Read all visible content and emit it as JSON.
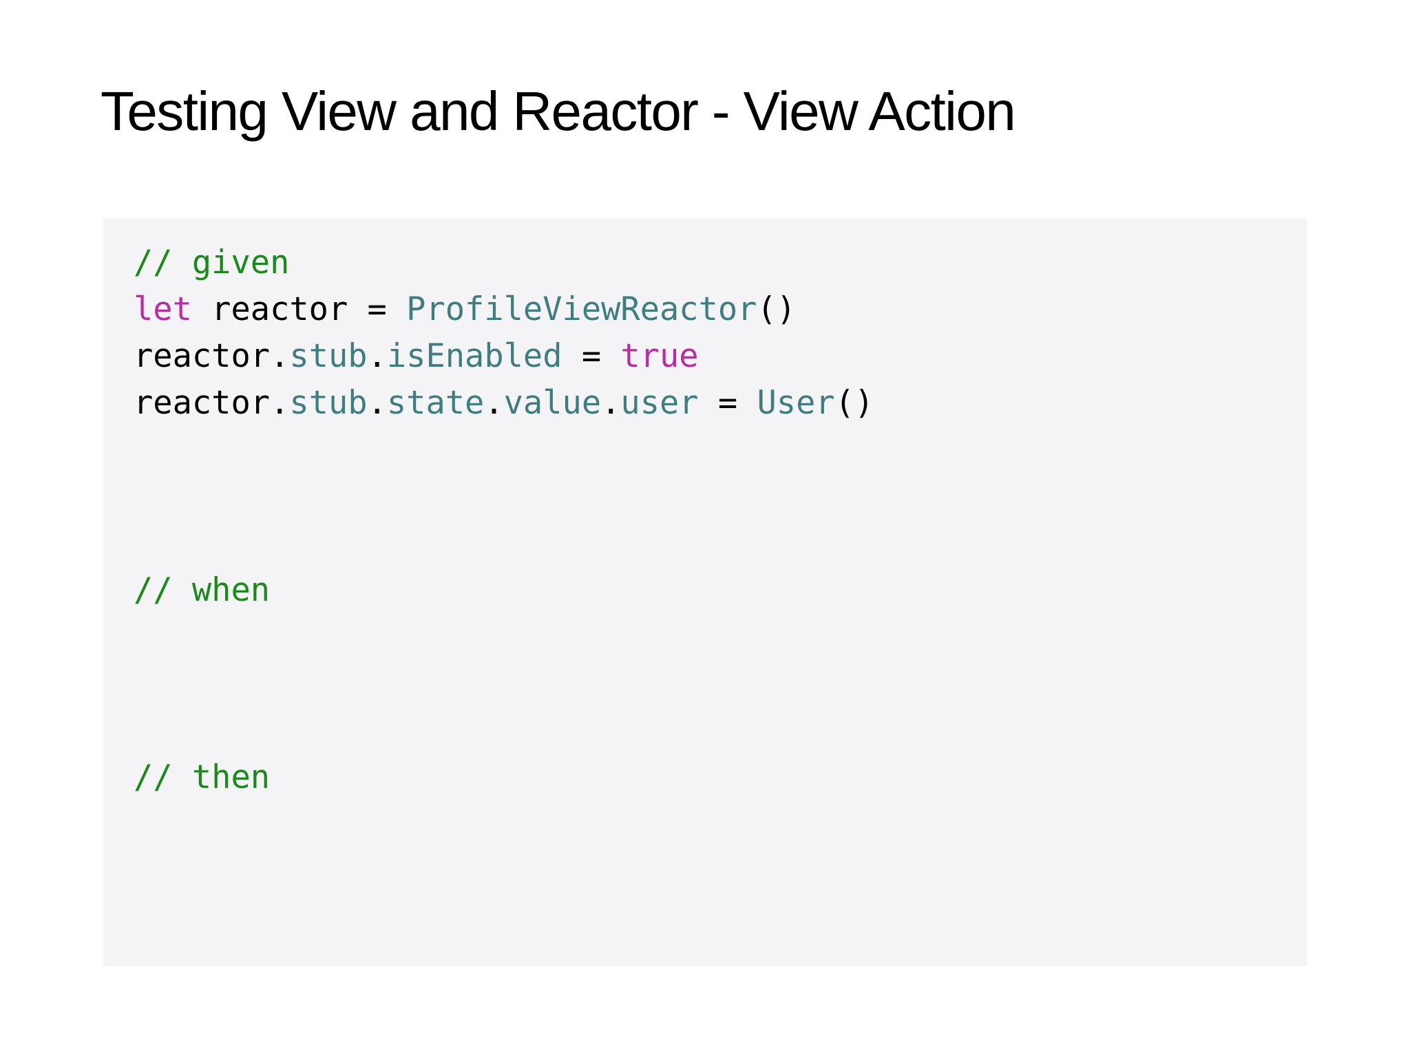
{
  "slide": {
    "title": "Testing View and Reactor - View Action",
    "background_color": "#ffffff"
  },
  "code_panel": {
    "background_color": "#f4f4f6",
    "language": "swift",
    "colors": {
      "comment": "#1a8a1a",
      "keyword": "#ba2da2",
      "type": "#3f7e7e",
      "plain": "#000000"
    },
    "lines": [
      {
        "index": 0,
        "text": "// given",
        "tokens": [
          {
            "text": "// given",
            "kind": "comment"
          }
        ]
      },
      {
        "index": 1,
        "text": "let reactor = ProfileViewReactor()",
        "tokens": [
          {
            "text": "let",
            "kind": "keyword"
          },
          {
            "text": " reactor = ",
            "kind": "plain"
          },
          {
            "text": "ProfileViewReactor",
            "kind": "type"
          },
          {
            "text": "()",
            "kind": "plain"
          }
        ]
      },
      {
        "index": 2,
        "text": "reactor.stub.isEnabled = true",
        "tokens": [
          {
            "text": "reactor",
            "kind": "plain"
          },
          {
            "text": ".",
            "kind": "plain"
          },
          {
            "text": "stub",
            "kind": "type"
          },
          {
            "text": ".",
            "kind": "plain"
          },
          {
            "text": "isEnabled",
            "kind": "type"
          },
          {
            "text": " = ",
            "kind": "plain"
          },
          {
            "text": "true",
            "kind": "keyword"
          }
        ]
      },
      {
        "index": 3,
        "text": "reactor.stub.state.value.user = User()",
        "tokens": [
          {
            "text": "reactor",
            "kind": "plain"
          },
          {
            "text": ".",
            "kind": "plain"
          },
          {
            "text": "stub",
            "kind": "type"
          },
          {
            "text": ".",
            "kind": "plain"
          },
          {
            "text": "state",
            "kind": "type"
          },
          {
            "text": ".",
            "kind": "plain"
          },
          {
            "text": "value",
            "kind": "type"
          },
          {
            "text": ".",
            "kind": "plain"
          },
          {
            "text": "user",
            "kind": "type"
          },
          {
            "text": " = ",
            "kind": "plain"
          },
          {
            "text": "User",
            "kind": "type"
          },
          {
            "text": "()",
            "kind": "plain"
          }
        ]
      },
      {
        "index": 4,
        "text": "",
        "tokens": []
      },
      {
        "index": 5,
        "text": "",
        "tokens": []
      },
      {
        "index": 6,
        "text": "",
        "tokens": []
      },
      {
        "index": 7,
        "text": "// when",
        "tokens": [
          {
            "text": "// when",
            "kind": "comment"
          }
        ]
      },
      {
        "index": 8,
        "text": "",
        "tokens": []
      },
      {
        "index": 9,
        "text": "",
        "tokens": []
      },
      {
        "index": 10,
        "text": "",
        "tokens": []
      },
      {
        "index": 11,
        "text": "// then",
        "tokens": [
          {
            "text": "// then",
            "kind": "comment"
          }
        ]
      }
    ]
  }
}
